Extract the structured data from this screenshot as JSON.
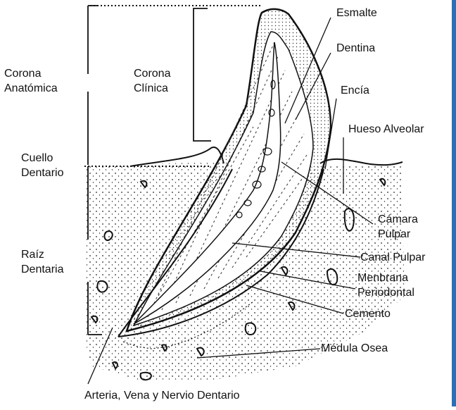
{
  "labels": {
    "corona_anatomica": [
      "Corona",
      "Anatómica"
    ],
    "corona_clinica": [
      "Corona",
      "Clínica"
    ],
    "cuello_dentario": [
      "Cuello",
      "Dentario"
    ],
    "raiz_dentaria": [
      "Raíz",
      "Dentaria"
    ],
    "esmalte": "Esmalte",
    "dentina": "Dentina",
    "encia": "Encía",
    "hueso_alveolar": "Hueso Alveolar",
    "camara_pulpar": [
      "Cámara",
      "Pulpar"
    ],
    "canal_pulpar": "Canal Pulpar",
    "membrana_periodontal": [
      "Menbrana",
      "Periodontal"
    ],
    "cemento": "Cemento",
    "medula_osea": "Médula Osea",
    "arteria": "Arteria, Vena y Nervio Dentario"
  },
  "colors": {
    "ink": "#111111",
    "edge": "#2d6fb5"
  }
}
